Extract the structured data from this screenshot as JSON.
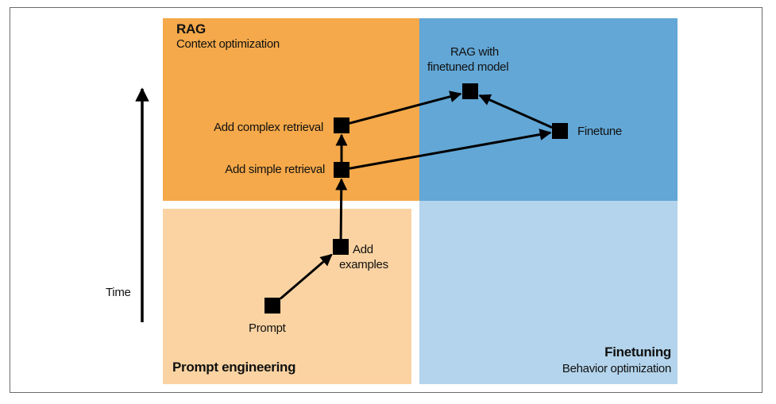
{
  "colors": {
    "rag": "#f5a94a",
    "rag_finetune_overlap": "#62a7d6",
    "prompt_engineering": "#fbd3a2",
    "finetuning": "#b3d4ec",
    "frame": "#6b6b6b",
    "ink": "#000000"
  },
  "axis": {
    "label": "Time",
    "direction": "up"
  },
  "quadrants": {
    "rag": {
      "title": "RAG",
      "subtitle": "Context optimization"
    },
    "prompt_engineering": {
      "title": "Prompt engineering"
    },
    "finetuning": {
      "title": "Finetuning",
      "subtitle": "Behavior optimization"
    }
  },
  "nodes": [
    {
      "id": "prompt",
      "label": "Prompt"
    },
    {
      "id": "add-examples",
      "label_lines": [
        "Add",
        "examples"
      ]
    },
    {
      "id": "add-simple-retrieval",
      "label": "Add simple retrieval"
    },
    {
      "id": "add-complex-retrieval",
      "label": "Add complex retrieval"
    },
    {
      "id": "rag-finetuned",
      "label_lines": [
        "RAG with",
        "finetuned model"
      ]
    },
    {
      "id": "finetune",
      "label": "Finetune"
    }
  ],
  "edges": [
    {
      "from": "prompt",
      "to": "add-examples"
    },
    {
      "from": "add-examples",
      "to": "add-simple-retrieval"
    },
    {
      "from": "add-simple-retrieval",
      "to": "add-complex-retrieval"
    },
    {
      "from": "add-complex-retrieval",
      "to": "rag-finetuned"
    },
    {
      "from": "add-simple-retrieval",
      "to": "finetune"
    },
    {
      "from": "finetune",
      "to": "rag-finetuned"
    }
  ]
}
